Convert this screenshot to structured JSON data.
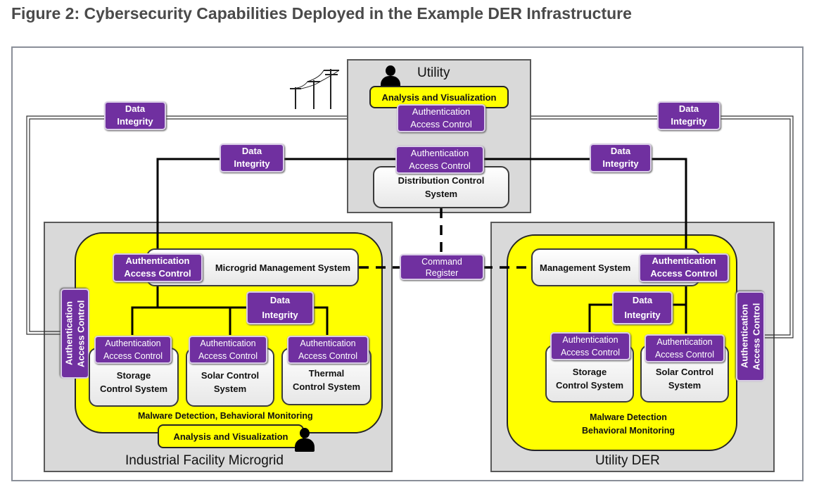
{
  "caption": "Figure 2: Cybersecurity Capabilities Deployed in the Example DER Infrastructure",
  "utility": {
    "title": "Utility",
    "analysis": "Analysis and Visualization",
    "auth1": [
      "Authentication",
      "Access Control"
    ],
    "auth2": [
      "Authentication",
      "Access Control"
    ],
    "dcs": [
      "Distribution Control",
      "System"
    ]
  },
  "data_integrity": [
    "Data",
    "Integrity"
  ],
  "command_register": [
    "Command",
    "Register"
  ],
  "microgrid": {
    "title": "Industrial Facility Microgrid",
    "mms_auth": [
      "Authentication",
      "Access Control"
    ],
    "mms": "Microgrid Management System",
    "side_auth": "Authentication Access Control",
    "data_integrity": [
      "Data",
      "Integrity"
    ],
    "storage_auth": [
      "Authentication",
      "Access Control"
    ],
    "storage": [
      "Storage",
      "Control System"
    ],
    "solar_auth": [
      "Authentication",
      "Access Control"
    ],
    "solar": [
      "Solar Control",
      "System"
    ],
    "thermal_auth": [
      "Authentication",
      "Access Control"
    ],
    "thermal": [
      "Thermal",
      "Control System"
    ],
    "malware": "Malware Detection, Behavioral Monitoring",
    "analysis": "Analysis and Visualization"
  },
  "der": {
    "title": "Utility DER",
    "ms": "Management System",
    "ms_auth": [
      "Authentication",
      "Access Control"
    ],
    "side_auth": "Authentication Access Control",
    "data_integrity": [
      "Data",
      "Integrity"
    ],
    "storage_auth": [
      "Authentication",
      "Access Control"
    ],
    "storage": [
      "Storage",
      "Control System"
    ],
    "solar_auth": [
      "Authentication",
      "Access Control"
    ],
    "solar": [
      "Solar Control",
      "System"
    ],
    "malware": [
      "Malware Detection",
      "Behavioral Monitoring"
    ]
  },
  "icons": [
    "power-pole-icon",
    "person-icon"
  ]
}
